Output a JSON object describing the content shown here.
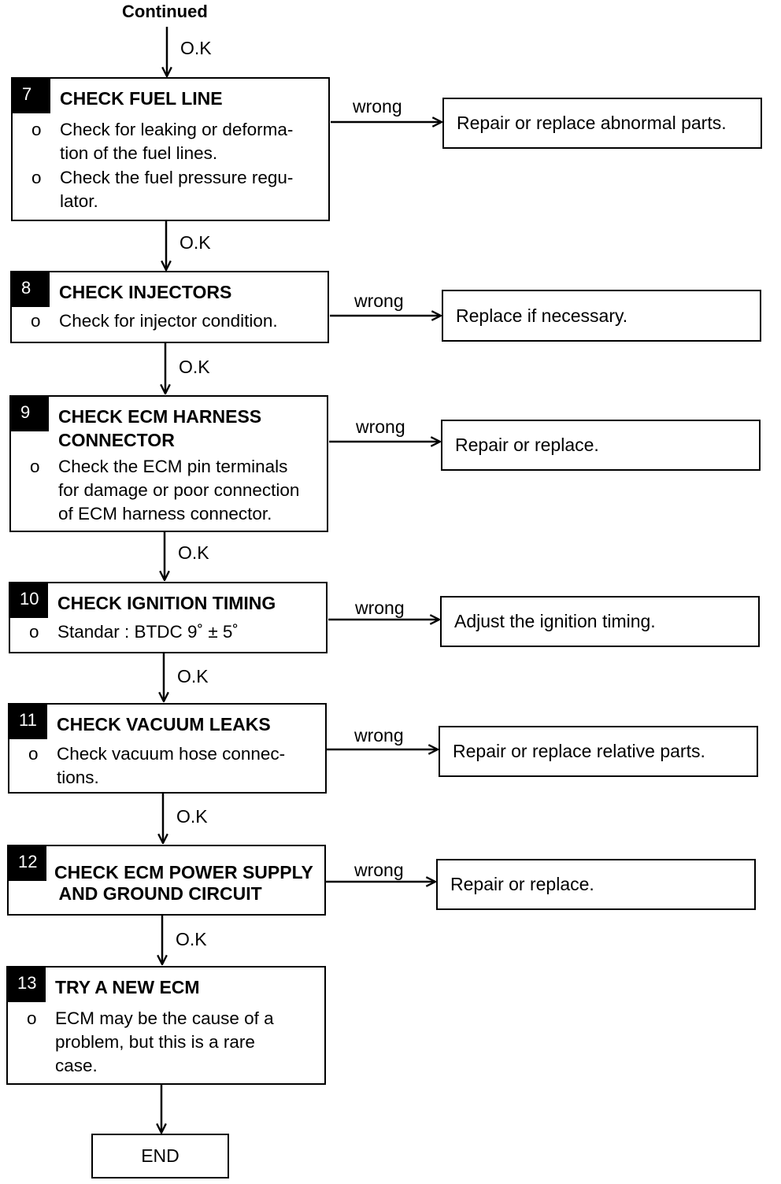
{
  "continued_label": "Continued",
  "ok_label": "O.K",
  "wrong_label": "wrong",
  "steps": [
    {
      "number": "7",
      "title": "CHECK FUEL LINE",
      "items": [
        "Check for leaking or deforma-\ntion of the fuel lines.",
        "Check the fuel pressure regu-\nlator."
      ],
      "result": "Repair or replace abnormal parts."
    },
    {
      "number": "8",
      "title": "CHECK INJECTORS",
      "items": [
        "Check for injector condition."
      ],
      "result": "Replace if necessary."
    },
    {
      "number": "9",
      "title": "CHECK ECM HARNESS\nCONNECTOR",
      "items": [
        "Check the ECM pin terminals\nfor damage or poor connection\nof ECM harness connector."
      ],
      "result": "Repair or replace."
    },
    {
      "number": "10",
      "title": "CHECK IGNITION TIMING",
      "items": [
        "Standar : BTDC 9˚ ± 5˚"
      ],
      "result": "Adjust the ignition timing."
    },
    {
      "number": "11",
      "title": "CHECK VACUUM LEAKS",
      "items": [
        "Check vacuum hose connec-\ntions."
      ],
      "result": "Repair or replace relative parts."
    },
    {
      "number": "12",
      "title": "CHECK ECM POWER SUPPLY\n AND GROUND CIRCUIT",
      "items": [],
      "result": "Repair or replace."
    },
    {
      "number": "13",
      "title": "TRY A NEW ECM",
      "items": [
        "ECM may be the cause of a\nproblem, but this is a rare\ncase."
      ],
      "result": ""
    }
  ],
  "bullet": "o",
  "end_label": "END"
}
